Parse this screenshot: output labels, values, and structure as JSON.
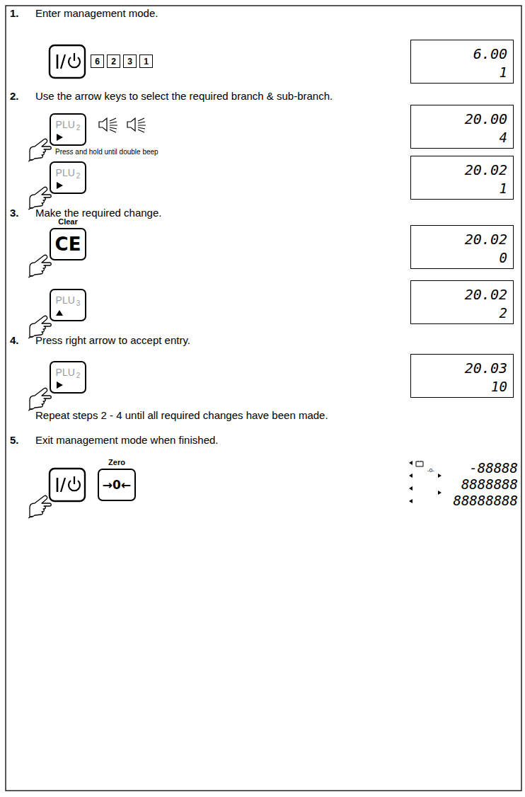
{
  "diagram": {
    "nodes": [
      {
        "text": [
          "6"
        ]
      },
      {
        "text": [
          "2"
        ]
      },
      {
        "text": [
          "3"
        ]
      },
      {
        "text": [
          "1"
        ]
      },
      {
        "text": [
          "6.00",
          "1"
        ]
      },
      {
        "text": [
          "PLU",
          "2"
        ]
      },
      {
        "text": [
          "20.00",
          "4"
        ]
      },
      {
        "text": [
          "PLU",
          "2"
        ]
      },
      {
        "text": [
          "20.02",
          "1"
        ]
      },
      {
        "text": [
          "Clear",
          "CE"
        ]
      },
      {
        "text": [
          "20.02",
          "0"
        ]
      },
      {
        "text": [
          "PLU",
          "3"
        ]
      },
      {
        "text": [
          "20.02",
          "2"
        ]
      },
      {
        "text": [
          "PLU",
          "2"
        ]
      },
      {
        "text": [
          "20.03",
          "10"
        ]
      },
      {
        "text": [
          "Zero",
          "→0←"
        ]
      },
      {
        "text": [
          "-88888",
          "8888888",
          "88888888"
        ]
      }
    ],
    "labels": [
      "1.",
      "Enter management mode.",
      "2.",
      "Use the arrow keys to select the required branch & sub-branch.",
      "Press and hold until double beep",
      "3.",
      "Make the required change.",
      "4.",
      "Press right arrow to accept entry.",
      "Repeat steps 2 - 4 until all required changes have been made.",
      "5.",
      "Exit management mode when finished.",
      "-0-"
    ]
  }
}
